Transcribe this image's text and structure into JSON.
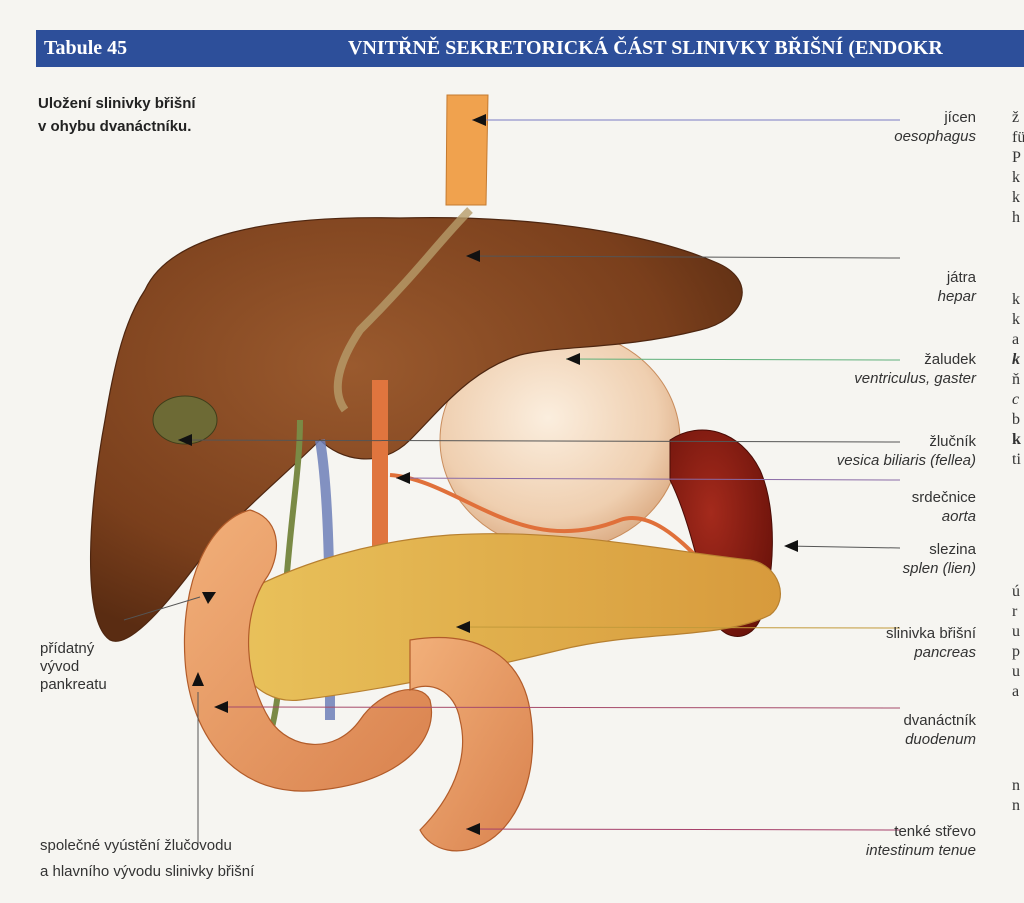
{
  "header": {
    "plate": "Tabule 45",
    "title": "VNITŘNĚ SEKRETORICKÁ ČÁST SLINIVKY BŘIŠNÍ (ENDOKR"
  },
  "caption": {
    "line1": "Uložení slinivky břišní",
    "line2": "v ohybu dvanáctníku."
  },
  "labels": [
    {
      "czech": "jícen",
      "latin": "oesophagus"
    },
    {
      "czech": "játra",
      "latin": "hepar"
    },
    {
      "czech": "žaludek",
      "latin": "ventriculus, gaster"
    },
    {
      "czech": "žlučník",
      "latin": "vesica biliaris (fellea)"
    },
    {
      "czech": "srdečnice",
      "latin": "aorta"
    },
    {
      "czech": "slezina",
      "latin": "splen (lien)"
    },
    {
      "czech": "slinivka břišní",
      "latin": "pancreas"
    },
    {
      "czech": "dvanáctník",
      "latin": "duodenum"
    },
    {
      "czech": "tenké střevo",
      "latin": "intestinum tenue"
    }
  ],
  "left_labels": {
    "accessory": [
      "přídatný",
      "vývod",
      "pankreatu"
    ],
    "common": [
      "společné vyústění žlučovodu",
      "a hlavního vývodu slinivky břišní"
    ]
  },
  "side_letters": [
    "ž",
    "fü",
    "P",
    "k",
    "k",
    "h",
    "k",
    "k",
    "a",
    "k",
    "ň",
    "c",
    "b",
    "k",
    "ti",
    "ú",
    "r",
    "u",
    "p",
    "u",
    "a",
    "n",
    "n"
  ]
}
